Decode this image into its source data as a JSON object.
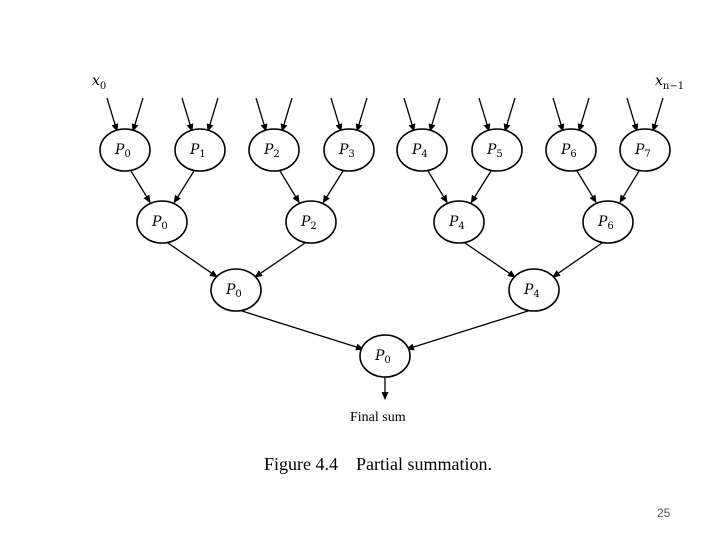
{
  "diagram": {
    "input_first": {
      "base": "x",
      "sub": "0"
    },
    "input_last": {
      "base": "x",
      "sub": "n−1"
    },
    "output_label": "Final sum",
    "caption": "Figure 4.4    Partial summation.",
    "nodes": [
      {
        "id": "l0n0",
        "level": 0,
        "base": "P",
        "sub": "0"
      },
      {
        "id": "l0n1",
        "level": 0,
        "base": "P",
        "sub": "1"
      },
      {
        "id": "l0n2",
        "level": 0,
        "base": "P",
        "sub": "2"
      },
      {
        "id": "l0n3",
        "level": 0,
        "base": "P",
        "sub": "3"
      },
      {
        "id": "l0n4",
        "level": 0,
        "base": "P",
        "sub": "4"
      },
      {
        "id": "l0n5",
        "level": 0,
        "base": "P",
        "sub": "5"
      },
      {
        "id": "l0n6",
        "level": 0,
        "base": "P",
        "sub": "6"
      },
      {
        "id": "l0n7",
        "level": 0,
        "base": "P",
        "sub": "7"
      },
      {
        "id": "l1n0",
        "level": 1,
        "base": "P",
        "sub": "0"
      },
      {
        "id": "l1n1",
        "level": 1,
        "base": "P",
        "sub": "2"
      },
      {
        "id": "l1n2",
        "level": 1,
        "base": "P",
        "sub": "4"
      },
      {
        "id": "l1n3",
        "level": 1,
        "base": "P",
        "sub": "6"
      },
      {
        "id": "l2n0",
        "level": 2,
        "base": "P",
        "sub": "0"
      },
      {
        "id": "l2n1",
        "level": 2,
        "base": "P",
        "sub": "4"
      },
      {
        "id": "l3n0",
        "level": 3,
        "base": "P",
        "sub": "0"
      }
    ],
    "edges": [
      [
        "l0n0",
        "l1n0"
      ],
      [
        "l0n1",
        "l1n0"
      ],
      [
        "l0n2",
        "l1n1"
      ],
      [
        "l0n3",
        "l1n1"
      ],
      [
        "l0n4",
        "l1n2"
      ],
      [
        "l0n5",
        "l1n2"
      ],
      [
        "l0n6",
        "l1n3"
      ],
      [
        "l0n7",
        "l1n3"
      ],
      [
        "l1n0",
        "l2n0"
      ],
      [
        "l1n1",
        "l2n0"
      ],
      [
        "l1n2",
        "l2n1"
      ],
      [
        "l1n3",
        "l2n1"
      ],
      [
        "l2n0",
        "l3n0"
      ],
      [
        "l2n1",
        "l3n0"
      ]
    ]
  },
  "page_number": "25"
}
